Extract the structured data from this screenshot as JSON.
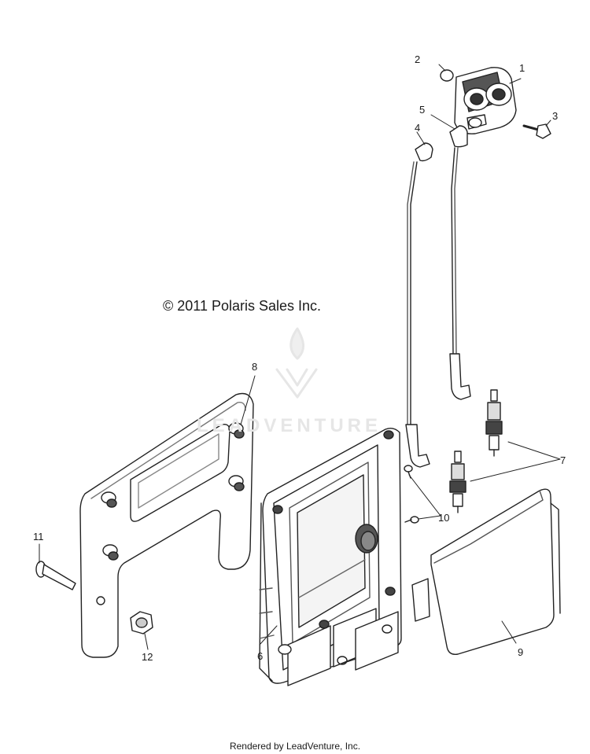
{
  "copyright": "© 2011 Polaris Sales Inc.",
  "footer": "Rendered by LeadVenture, Inc.",
  "watermark": "LEADVENTURE",
  "callouts": {
    "c1": "1",
    "c2": "2",
    "c3": "3",
    "c4": "4",
    "c5": "5",
    "c6": "6",
    "c7": "7",
    "c8": "8",
    "c9": "9",
    "c10": "10",
    "c11": "11",
    "c12": "12"
  },
  "colors": {
    "line": "#222222",
    "part_fill": "#ffffff",
    "shade": "#d9d9d9",
    "watermark": "#e8e8e8"
  }
}
